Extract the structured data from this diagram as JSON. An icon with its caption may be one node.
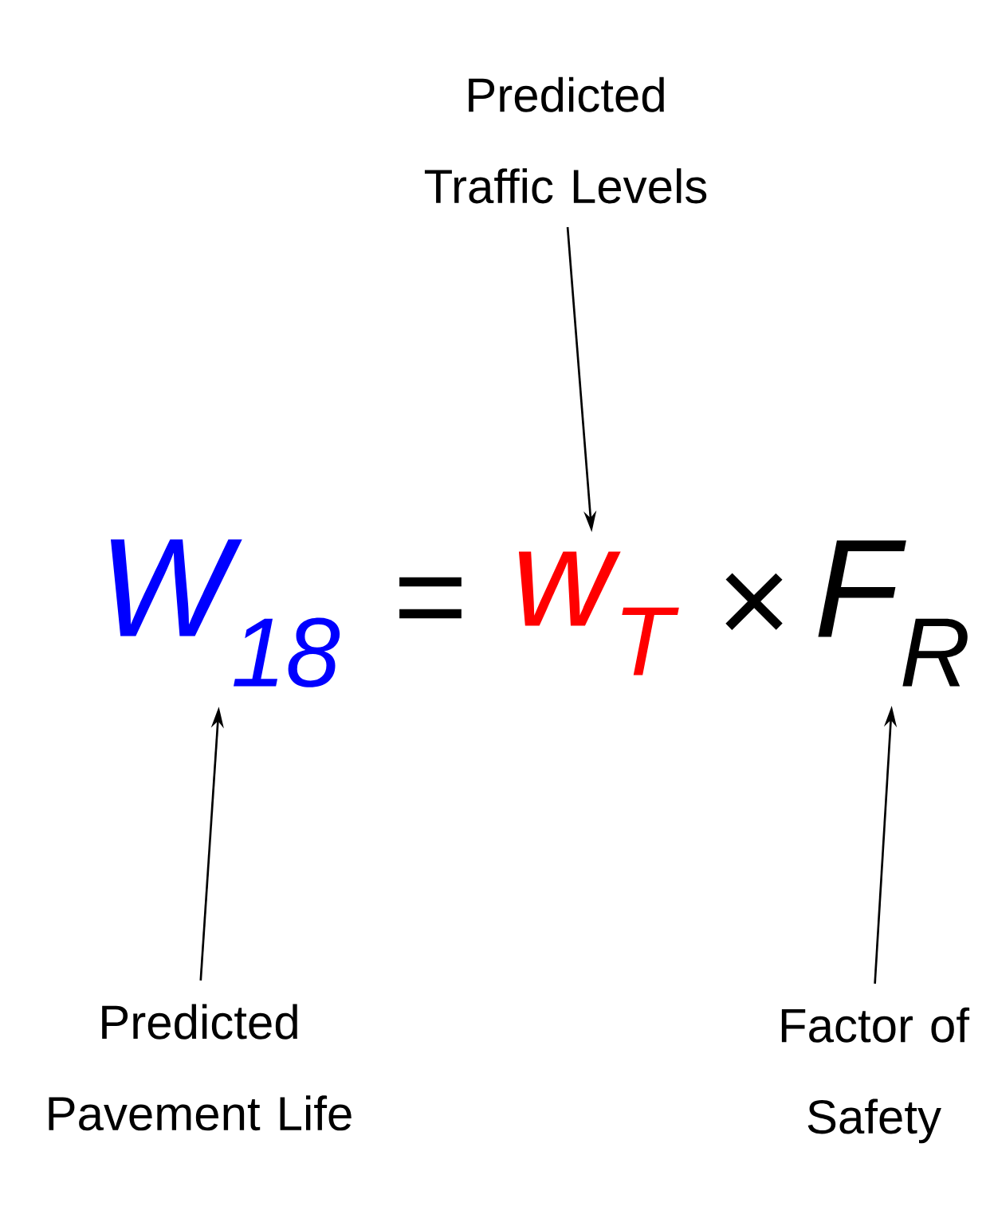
{
  "diagram": {
    "nodes": [
      {
        "text": [
          "Predicted Traffic Levels"
        ]
      },
      {
        "text": [
          "W$_{18}$"
        ]
      },
      {
        "text": [
          "w$_{T}$"
        ]
      },
      {
        "text": [
          "F$_{R}$"
        ]
      },
      {
        "text": [
          "Predicted Pavement Life"
        ]
      },
      {
        "text": [
          "Factor of Safety"
        ]
      }
    ],
    "edges": [
      {
        "from": 0,
        "to": 2,
        "arrow": "to"
      },
      {
        "from": 4,
        "to": 1,
        "arrow": "to"
      },
      {
        "from": 5,
        "to": 3,
        "arrow": "to"
      }
    ],
    "labels": [
      "=",
      "×"
    ]
  }
}
